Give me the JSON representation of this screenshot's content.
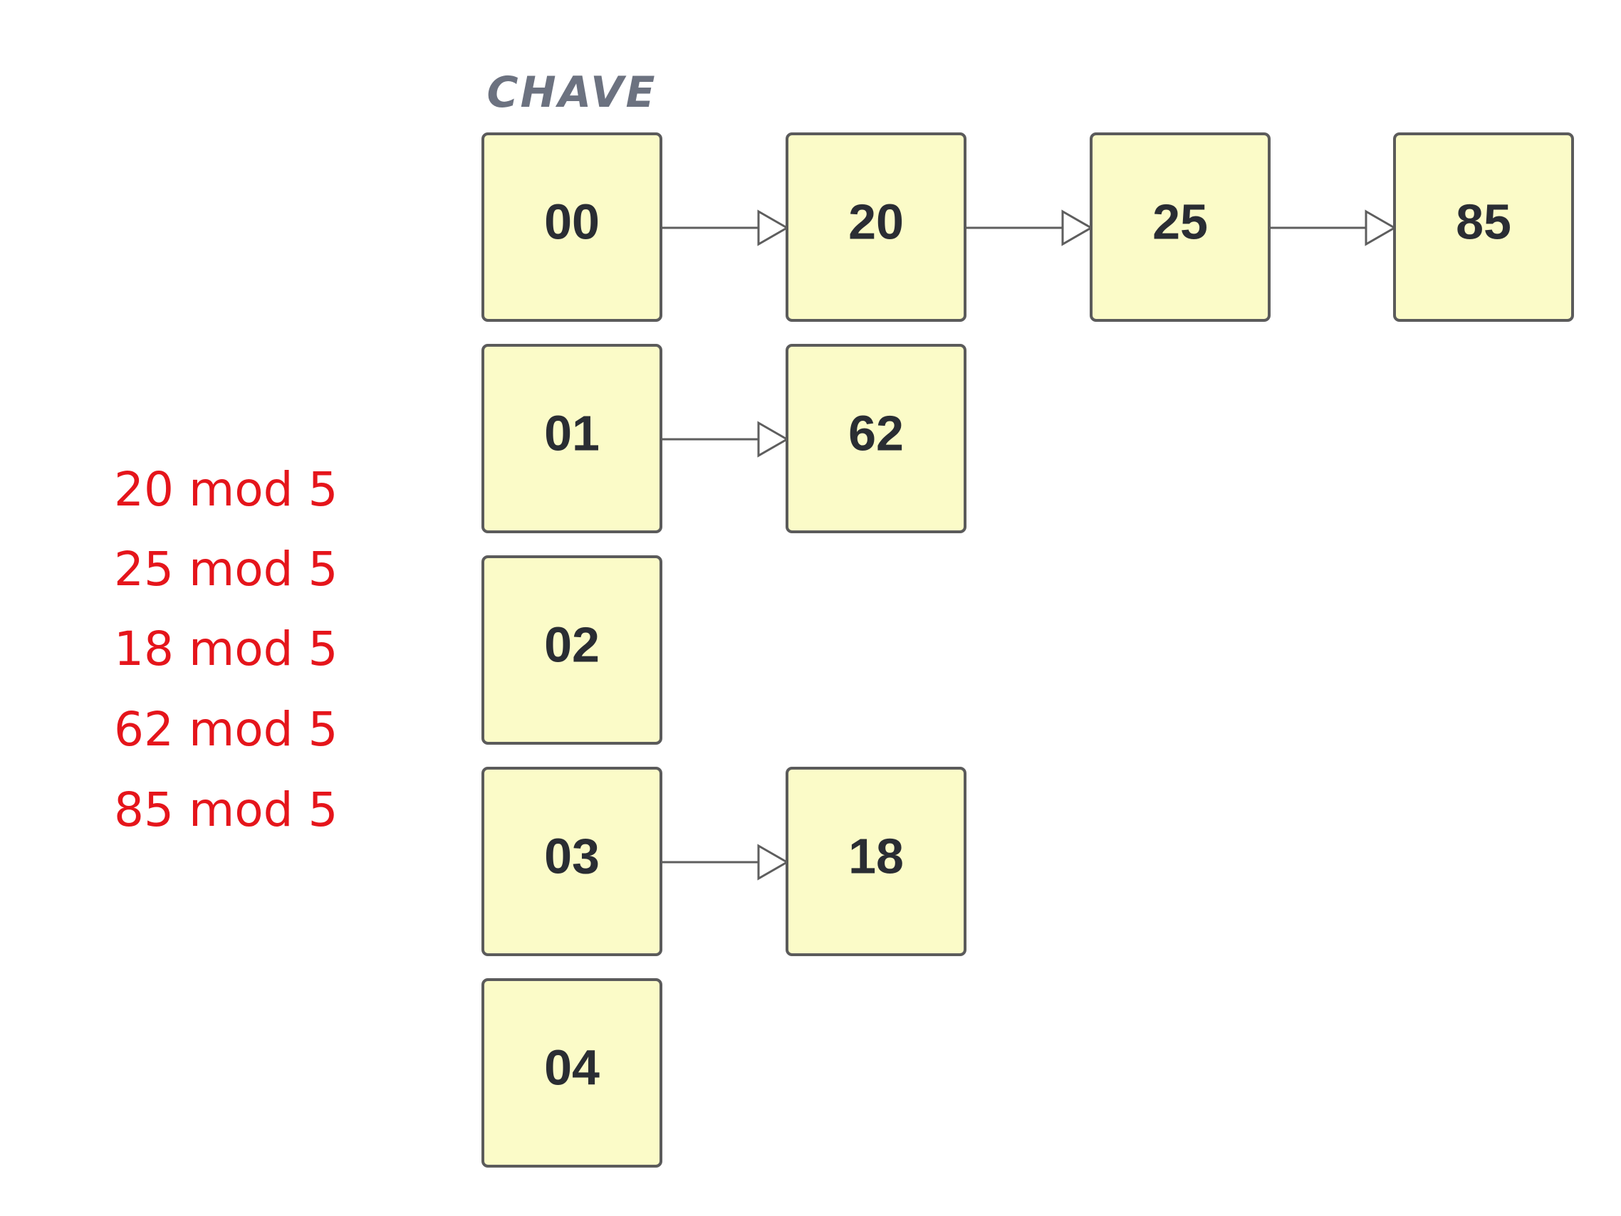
{
  "header": {
    "label": "CHAVE"
  },
  "buckets": [
    {
      "key": "00",
      "chain": [
        "20",
        "25",
        "85"
      ]
    },
    {
      "key": "01",
      "chain": [
        "62"
      ]
    },
    {
      "key": "02",
      "chain": []
    },
    {
      "key": "03",
      "chain": [
        "18"
      ]
    },
    {
      "key": "04",
      "chain": []
    }
  ],
  "mod_expressions": [
    "20 mod 5",
    "25 mod 5",
    "18 mod 5",
    "62 mod 5",
    "85 mod 5"
  ],
  "colors": {
    "node_fill": "#fbfbc8",
    "node_border": "#5b5b5b",
    "node_text": "#2a2d33",
    "header_text": "#6c7280",
    "mod_text": "#e5151b",
    "connector": "#5e5e5e"
  }
}
